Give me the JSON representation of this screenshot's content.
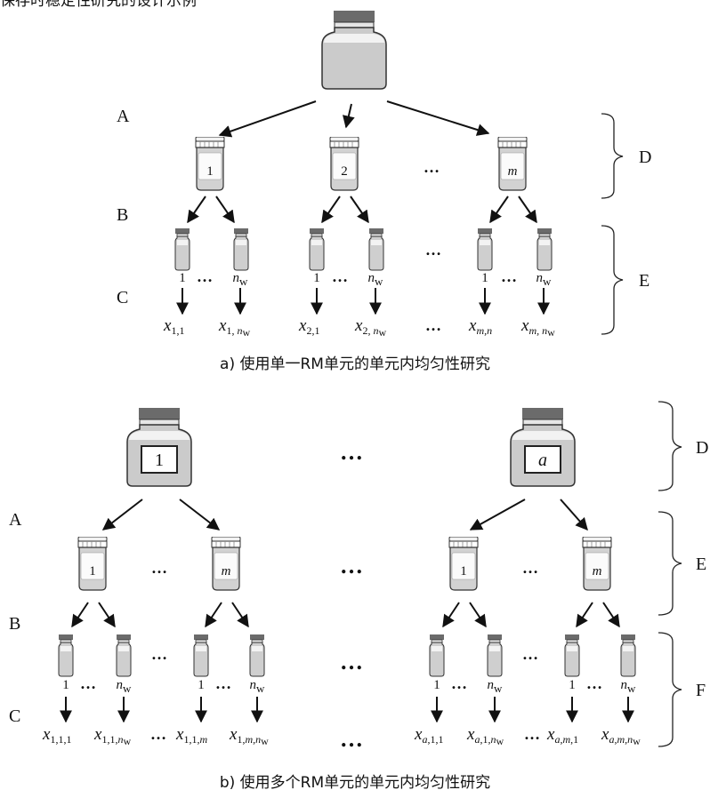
{
  "header_fragment": "保存时稳定性研究的设计示例",
  "part_a": {
    "caption": "a) 使用单一RM单元的单元内均匀性研究",
    "level_labels": [
      "A",
      "B",
      "C"
    ],
    "brace_labels": [
      "D",
      "E"
    ],
    "units": [
      "1",
      "2",
      "m"
    ],
    "subunit_first": "1",
    "subunit_last": "n",
    "subunit_last_sub": "w",
    "ellipsis": "…",
    "results": [
      {
        "base": "x",
        "sub": "1,1"
      },
      {
        "base": "x",
        "sub": "1,",
        "subi": "n",
        "subsub": "w"
      },
      {
        "base": "x",
        "sub": "2,1"
      },
      {
        "base": "x",
        "sub": "2,",
        "subi": "n",
        "subsub": "w"
      },
      {
        "base": "x",
        "subi": "m,n"
      },
      {
        "base": "x",
        "subi": "m,",
        "subi2": "n",
        "subsub": "w"
      }
    ]
  },
  "part_b": {
    "caption": "b) 使用多个RM单元的单元内均匀性研究",
    "level_labels": [
      "A",
      "B",
      "C"
    ],
    "brace_labels": [
      "D",
      "E",
      "F"
    ],
    "big_units": [
      "1",
      "a"
    ],
    "units": [
      "1",
      "m",
      "1",
      "m"
    ],
    "subunit_first": "1",
    "subunit_last": "n",
    "subunit_last_sub": "w",
    "ellipsis": "…",
    "results": [
      "x₁,₁,₁",
      "x₁,₁,nw",
      "x₁,₁,m",
      "x₁,m,nw",
      "xa,1,1",
      "xa,1,nw",
      "xa,m,1",
      "xa,m,nw"
    ],
    "result_parts": [
      {
        "base": "x",
        "sub": "1,1,1"
      },
      {
        "base": "x",
        "sub": "1,1,",
        "subi": "n",
        "subsub": "w"
      },
      {
        "base": "x",
        "sub": "1,1,",
        "subi": "m"
      },
      {
        "base": "x",
        "sub": "1,",
        "subi": "m,n",
        "subsub": "w"
      },
      {
        "base": "x",
        "subi": "a",
        "sub": ",1,1"
      },
      {
        "base": "x",
        "subi": "a",
        "sub": ",1,",
        "subi2": "n",
        "subsub": "w"
      },
      {
        "base": "x",
        "subi": "a,m",
        "sub": ",1"
      },
      {
        "base": "x",
        "subi": "a,m,n",
        "subsub": "w"
      }
    ]
  },
  "colors": {
    "bottle_fill": "#c8c8c8",
    "cap_dark": "#6b6b6b",
    "outline": "#333333",
    "arrow": "#111111",
    "white": "#ffffff"
  }
}
